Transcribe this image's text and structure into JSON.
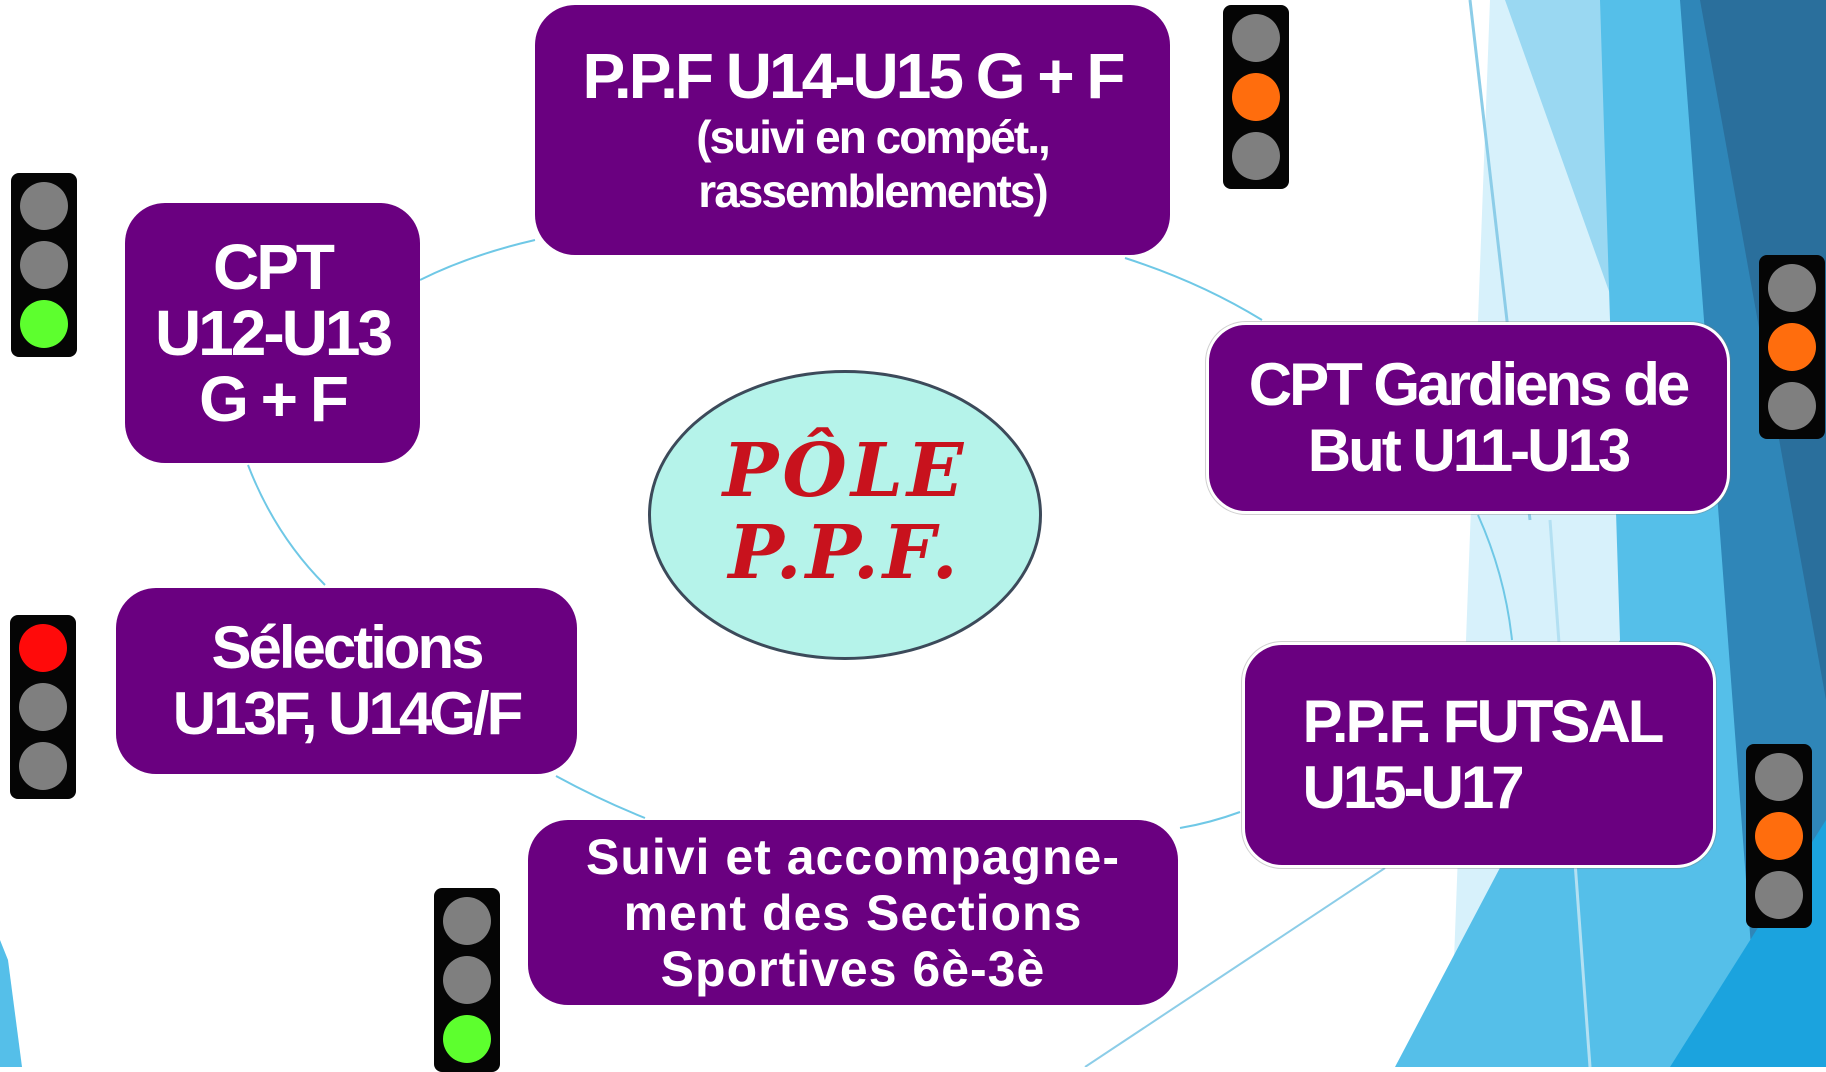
{
  "center": {
    "title": "PÔLE\nP.P.F."
  },
  "nodes": {
    "ppf_u14": {
      "line1": "P.P.F U14-U15  G + F",
      "line2": "(suivi en compét.,\nrassemblements)"
    },
    "cpt_u12": {
      "label": "CPT\nU12-U13\nG + F"
    },
    "gardiens": {
      "label": "CPT Gardiens de\nBut U11-U13"
    },
    "selections": {
      "label": "Sélections\nU13F, U14G/F"
    },
    "futsal": {
      "label": "P.P.F.  FUTSAL\nU15-U17"
    },
    "sections": {
      "label": "Suivi et accompagne-\nment des Sections\nSportives 6è-3è"
    }
  },
  "traffic_lights": [
    {
      "id": "light-ppf-u14",
      "active": "orange"
    },
    {
      "id": "light-cpt-u12",
      "active": "green"
    },
    {
      "id": "light-gardiens",
      "active": "orange"
    },
    {
      "id": "light-selections",
      "active": "red"
    },
    {
      "id": "light-futsal",
      "active": "orange"
    },
    {
      "id": "light-sections",
      "active": "green"
    }
  ],
  "colors": {
    "box": "#6a0080",
    "ellipse": "#b5f3ea",
    "title": "#c8121d",
    "red": "#ff0a0a",
    "orange": "#ff6d0d",
    "green": "#5dff2e",
    "off": "#7f7f7f"
  }
}
